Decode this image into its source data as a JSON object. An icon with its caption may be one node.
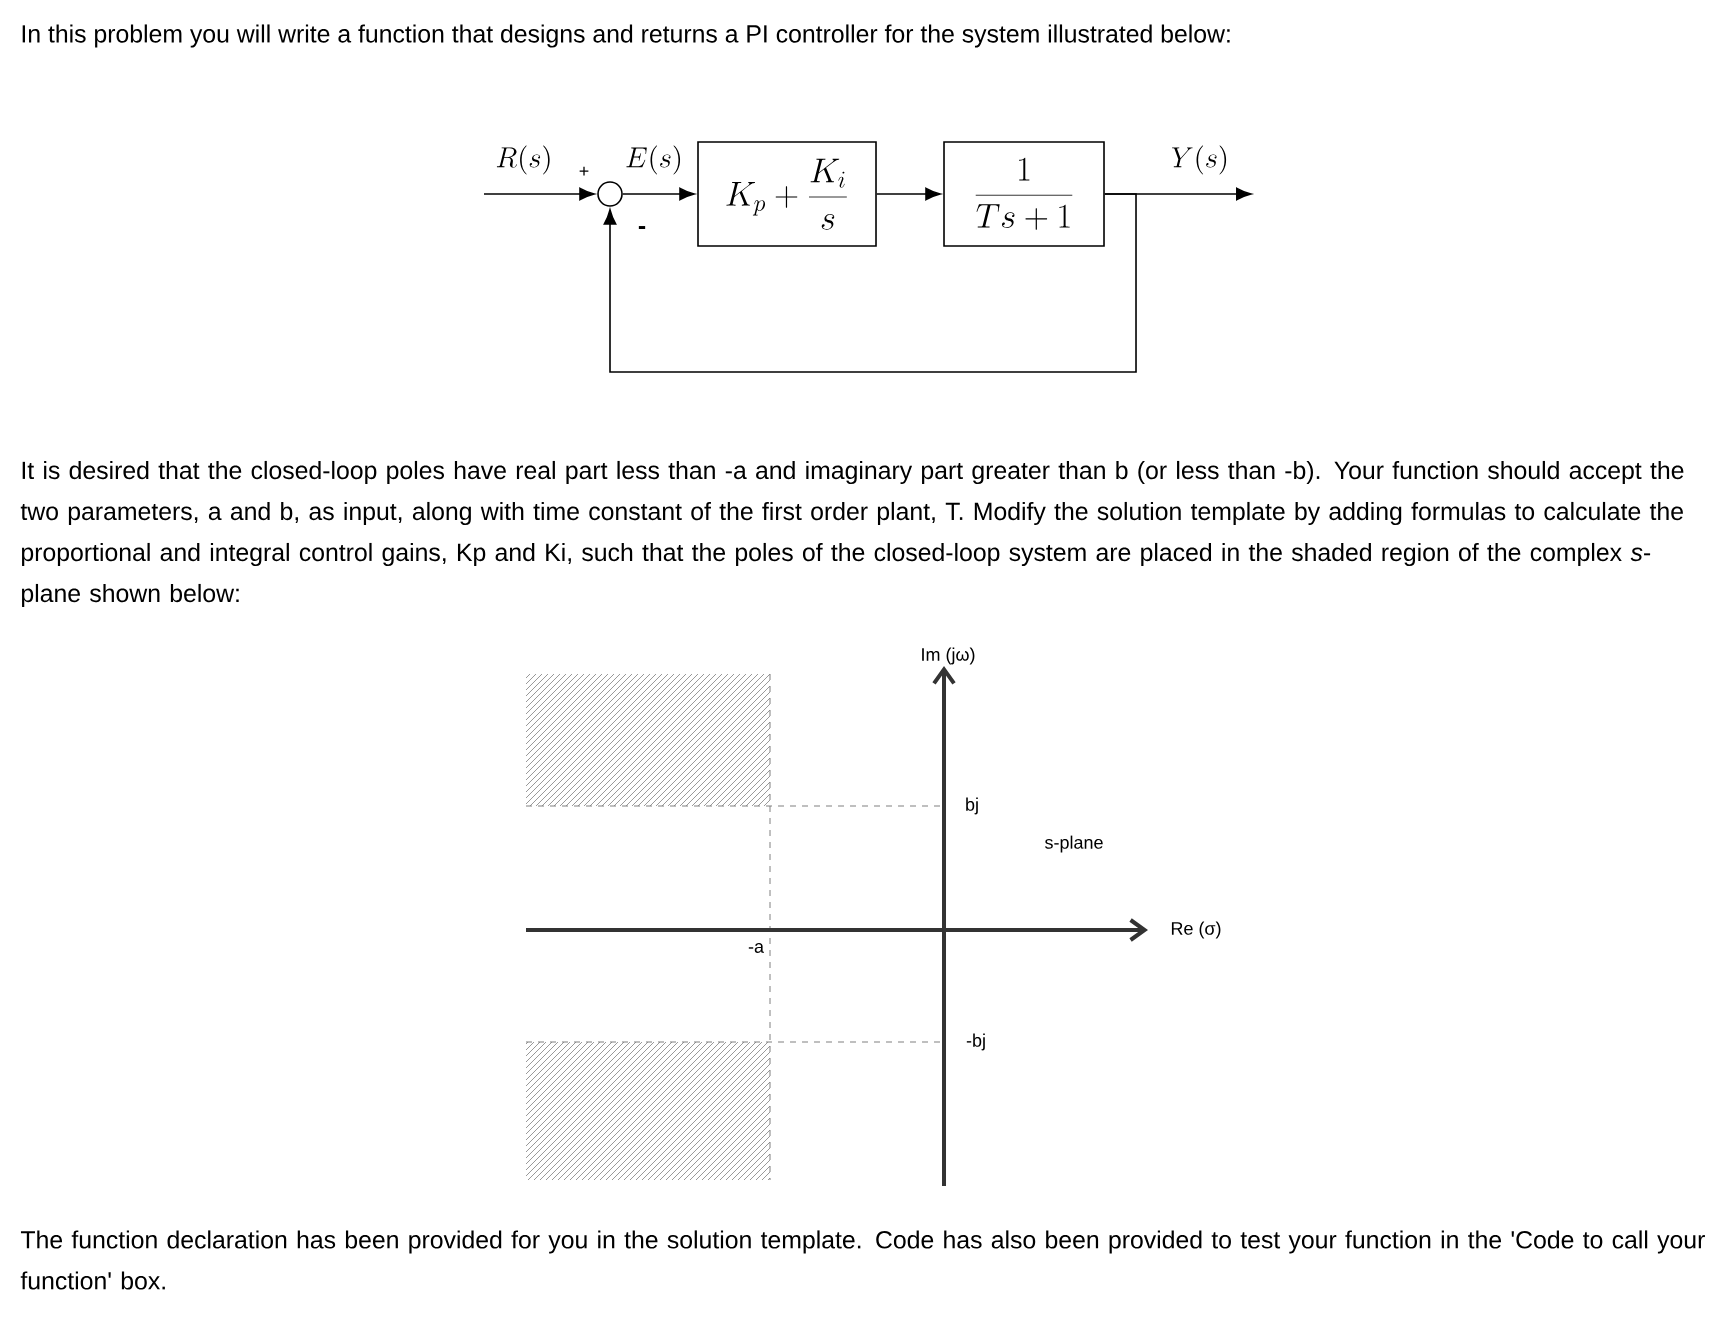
{
  "diagram": {
    "nodes": [
      {
        "text": [],
        "shape": "circle"
      },
      {
        "text": [
          "K_p+\\frac{K_i}{s}"
        ]
      },
      {
        "text": [
          "\\frac{1}{Ts+1}"
        ]
      }
    ],
    "edges": [
      {
        "from": null,
        "to": 0,
        "arrow": "to",
        "label": "R(s)"
      },
      {
        "from": 0,
        "to": 1,
        "arrow": "to",
        "label": "E(s)"
      },
      {
        "from": 1,
        "to": 2,
        "arrow": "to"
      },
      {
        "from": 2,
        "to": null,
        "arrow": "to",
        "label": "Y(s)"
      },
      {
        "from": 2,
        "to": 0,
        "arrow": "to"
      }
    ],
    "labels": [
      "In this problem you will write a function that designs and returns a PI controller for the system illustrated below:",
      "+",
      "-",
      "It is desired that the closed-loop poles have real part less than -a and imaginary part greater than b (or less than -b). Your function should accept the two parameters, a and b, as input, along with time constant of the first order plant, T. Modify the solution template by adding formulas to calculate the proportional and integral control gains, Kp and Ki, such that the poles of the closed-loop system are placed in the shaded region of the complex *s*-plane shown below:",
      "Im (jω)",
      "bj",
      "s-plane",
      "Re (σ)",
      "-a",
      "-bj",
      "The function declaration has been provided for you in the solution template. Code has also been provided to test your function in the 'Code to call your function' box."
    ]
  }
}
